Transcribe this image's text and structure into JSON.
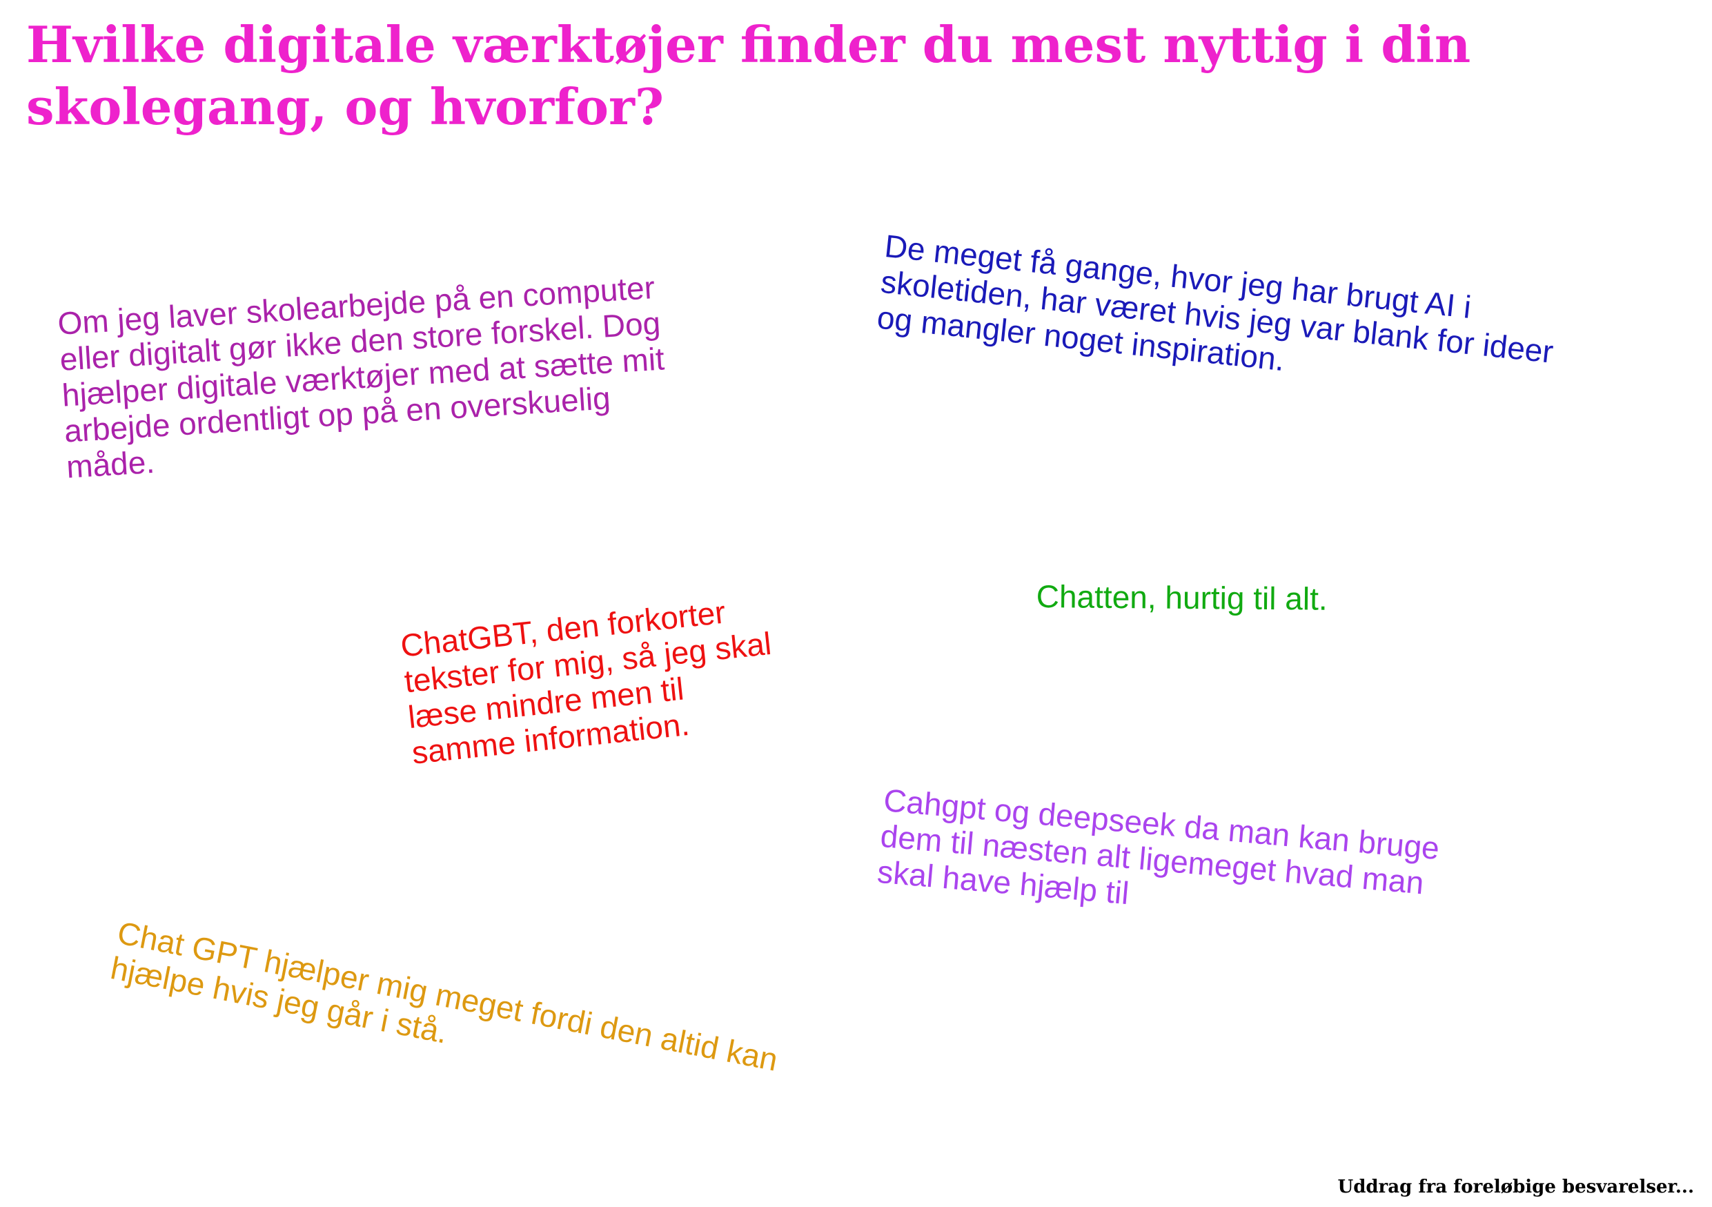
{
  "title": "Hvilke digitale værktøjer finder du mest nyttig i din skolegang, og hvorfor?",
  "responses": [
    {
      "text": "Om jeg laver skolearbejde på en computer\neller digitalt gør ikke den store forskel. Dog\nhjælper digitale værktøjer med at sætte mit\narbejde ordentligt op på en overskuelig\nmåde.",
      "color": "#aa22aa"
    },
    {
      "text": "De meget få gange, hvor jeg har brugt AI i\nskoletiden, har været hvis jeg var blank for ideer\nog mangler noget inspiration.",
      "color": "#1a1ab8"
    },
    {
      "text": "ChatGBT, den forkorter\ntekster for mig, så jeg skal\nlæse mindre men til\nsamme information.",
      "color": "#ee1111"
    },
    {
      "text": "Chatten, hurtig til alt.",
      "color": "#11aa11"
    },
    {
      "text": "Cahgpt og deepseek da man kan bruge\ndem til næsten alt ligemeget hvad man\nskal have hjælp til",
      "color": "#aa44ee"
    },
    {
      "text": "Chat GPT hjælper mig meget fordi den altid kan\nhjælpe hvis jeg går i stå.",
      "color": "#dd9911"
    }
  ],
  "footer": "Uddrag fra foreløbige besvarelser..."
}
